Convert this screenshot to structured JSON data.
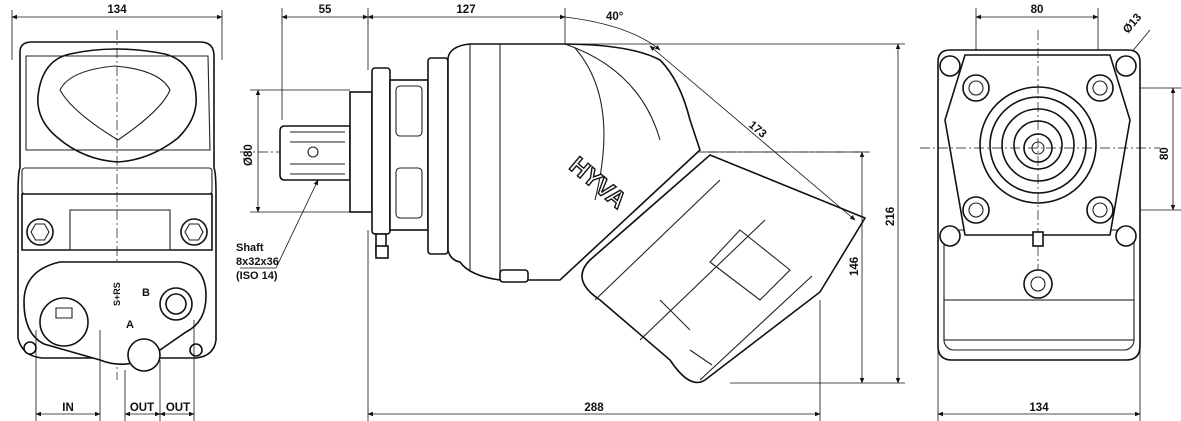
{
  "drawing": {
    "front_view": {
      "width_dim": "134",
      "port_in": "IN",
      "port_out_1": "OUT",
      "port_out_2": "OUT",
      "port_a": "A",
      "port_b": "B",
      "rotation_mark": "S+RS"
    },
    "side_view": {
      "flange_len_dim": "55",
      "body_len_dim": "127",
      "angle_dim": "40°",
      "diag_len_dim": "173",
      "shaft_dia_dim": "Ø80",
      "total_len_dim": "288",
      "height_dim_1": "216",
      "height_dim_2": "146",
      "brand_text": "HYVA",
      "shaft_label": {
        "line1": "Shaft",
        "line2": "8x32x36",
        "line3": "(ISO 14)"
      }
    },
    "rear_view": {
      "bolt_spacing_h": "80",
      "bolt_spacing_v": "80",
      "hole_dia_dim": "Ø13",
      "width_dim": "134"
    }
  }
}
